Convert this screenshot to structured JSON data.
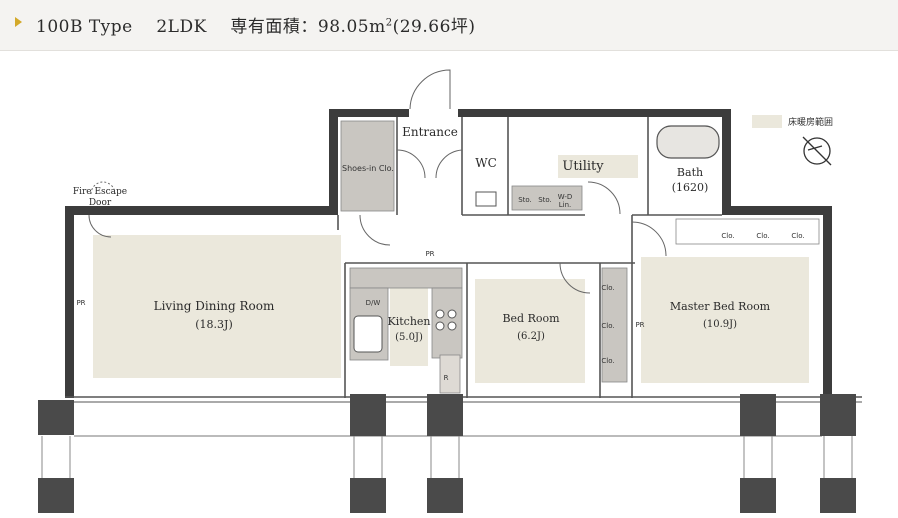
{
  "header": {
    "type": "100B Type",
    "layout": "2LDK",
    "area_label": "専有面積：98.05m",
    "area_sup": "2",
    "area_tsubo": "(29.66坪)"
  },
  "legend": {
    "label": "床暖房範囲"
  },
  "rooms": {
    "entrance": "Entrance",
    "shoes": "Shoes-in Clo.",
    "wc": "WC",
    "utility": "Utility",
    "sto1": "Sto.",
    "sto2": "Sto.",
    "wd": "W-D",
    "lin": "Lin.",
    "bath": "Bath",
    "bath_size": "(1620)",
    "fire_escape_1": "Fire Escape",
    "fire_escape_2": "Door",
    "pr_left": "PR",
    "pr_corridor": "PR",
    "pr_master": "PR",
    "living": "Living Dining Room",
    "living_size": "(18.3J)",
    "kitchen": "Kitchen",
    "kitchen_size": "(5.0J)",
    "dw": "D/W",
    "r": "R",
    "bed": "Bed Room",
    "bed_size": "(6.2J)",
    "master": "Master Bed Room",
    "master_size": "(10.9J)",
    "clo_bed_1": "Clo.",
    "clo_bed_2": "Clo.",
    "clo_bed_3": "Clo.",
    "clo_master_1": "Clo.",
    "clo_master_2": "Clo.",
    "clo_master_3": "Clo."
  },
  "colors": {
    "wall": "#3c3c3c",
    "floor_heating": "#ebe8dc",
    "cabinet": "#c9c6c1"
  }
}
